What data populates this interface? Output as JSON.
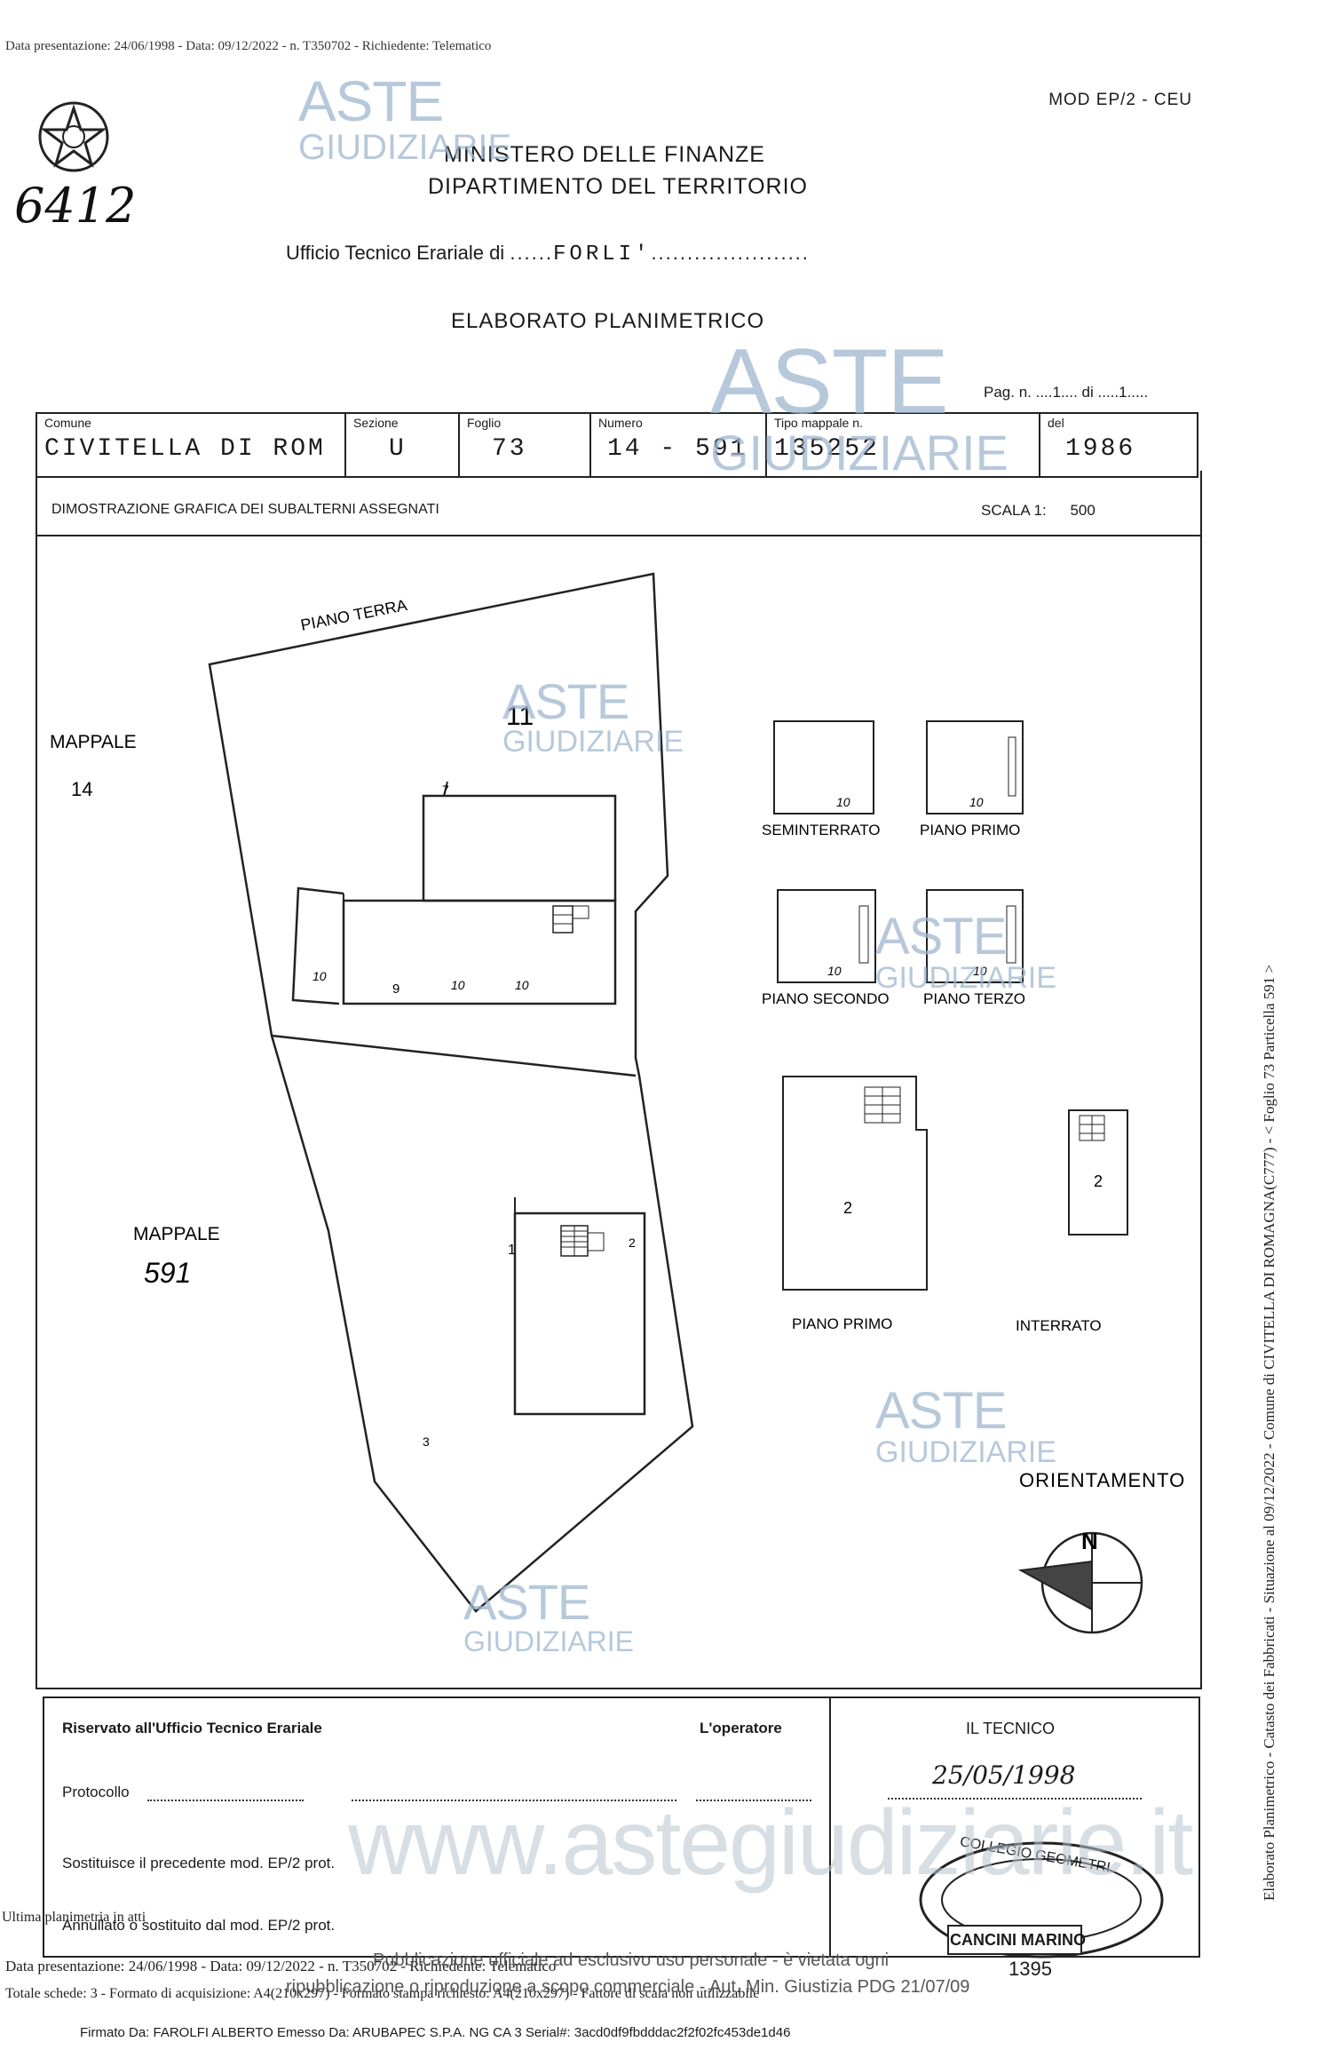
{
  "header": {
    "top_line": "Data presentazione: 24/06/1998 - Data: 09/12/2022 - n. T350702 - Richiedente: Telematico",
    "form_code": "MOD EP/2 - CEU",
    "handwritten_number": "6412",
    "ministry": "MINISTERO DELLE FINANZE",
    "department": "DIPARTIMENTO DEL TERRITORIO",
    "office_label": "Ufficio Tecnico Erariale di",
    "office_dots_before": "......",
    "office_city": "FORLI'",
    "office_dots_after": "......................",
    "document_title": "ELABORATO PLANIMETRICO",
    "page_label": "Pag. n. ....1.... di .....1....."
  },
  "watermark": {
    "line1": "ASTE",
    "line2": "GIUDIZIARIE",
    "url": "www.astegiudiziarie.it"
  },
  "info_table": {
    "comune_label": "Comune",
    "comune_value": "CIVITELLA DI ROM",
    "sezione_label": "Sezione",
    "sezione_value": "U",
    "foglio_label": "Foglio",
    "foglio_value": "73",
    "numero_label": "Numero",
    "numero_value": "14 - 591",
    "tipo_label": "Tipo mappale n.",
    "tipo_value": "135252",
    "del_label": "del",
    "del_value": "1986"
  },
  "plan": {
    "dimostrazione": "DIMOSTRAZIONE GRAFICA DEI SUBALTERNI ASSEGNATI",
    "scala_label": "SCALA 1:",
    "scala_value": "500",
    "piano_terra": "PIANO TERRA",
    "mappale_label": "MAPPALE",
    "mappale_14": "14",
    "mappale_591": "591",
    "sub_11": "11",
    "sub_7": "7",
    "sub_9": "9",
    "sub_10": "10",
    "sub_1": "1",
    "sub_2": "2",
    "sub_3": "3",
    "seminterrato": "SEMINTERRATO",
    "piano_primo": "PIANO PRIMO",
    "piano_secondo": "PIANO SECONDO",
    "piano_terzo": "PIANO TERZO",
    "piano_primo_2": "PIANO PRIMO",
    "interrato": "INTERRATO",
    "orientamento": "ORIENTAMENTO",
    "north": "N"
  },
  "footer": {
    "riservato": "Riservato all'Ufficio Tecnico Erariale",
    "operatore": "L'operatore",
    "il_tecnico": "IL TECNICO",
    "date": "25/05/1998",
    "protocollo": "Protocollo",
    "sostituisce": "Sostituisce il precedente mod. EP/2 prot.",
    "annullato": "Annullato o sostituito dal mod. EP/2 prot.",
    "stamp_text": "COLLEGIO GEOMETRI",
    "stamp_name": "CANCINI MARINO",
    "stamp_number": "1395"
  },
  "bottom": {
    "ultima": "Ultima planimetria in atti",
    "line1": "Data presentazione: 24/06/1998 - Data: 09/12/2022 - n. T350702 - Richiedente: Telematico",
    "line2": "Totale schede: 3 - Formato di acquisizione: A4(210x297) - Formato stampa richiesto: A4(210x297) - Fattore di scala non utilizzabile",
    "publication_1": "Pubblicazione ufficiale ad esclusivo uso personale - è vietata ogni",
    "publication_2": "ripubblicazione o riproduzione a scopo commerciale - Aut. Min. Giustizia PDG 21/07/09",
    "signature": "Firmato Da: FAROLFI ALBERTO Emesso Da: ARUBAPEC S.P.A. NG CA 3 Serial#: 3acd0df9fbdddac2f2f02fc453de1d46"
  },
  "side": {
    "text": "Elaborato Planimetrico - Catasto dei Fabbricati - Situazione al 09/12/2022 - Comune di CIVITELLA DI ROMAGNA(C777) - < Foglio 73 Particella 591 >"
  }
}
